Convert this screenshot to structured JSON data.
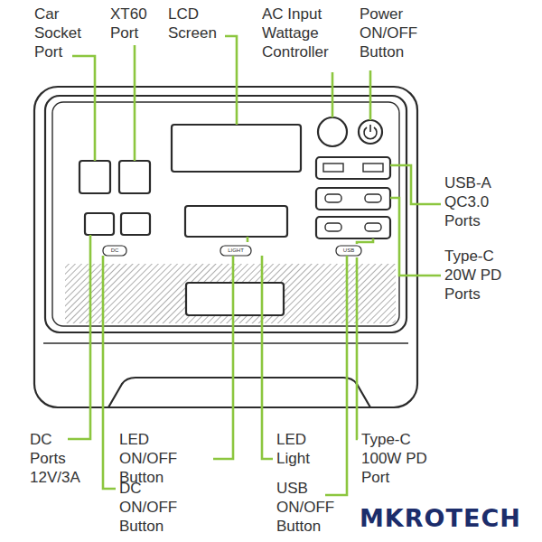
{
  "diagram": {
    "labels": [
      "Car Socket Port",
      "XT60 Port",
      "LCD Screen",
      "AC Input Wattage Controller",
      "Power ON/OFF Button",
      "USB-A QC3.0 Ports",
      "Type-C 20W PD Ports",
      "DC",
      "LIGHT",
      "USB",
      "DC Ports 12V/3A",
      "LED ON/OFF Button",
      "LED Light",
      "Type-C 100W PD Port",
      "DC ON/OFF Button",
      "USB ON/OFF Button",
      "MKROTECH"
    ]
  }
}
